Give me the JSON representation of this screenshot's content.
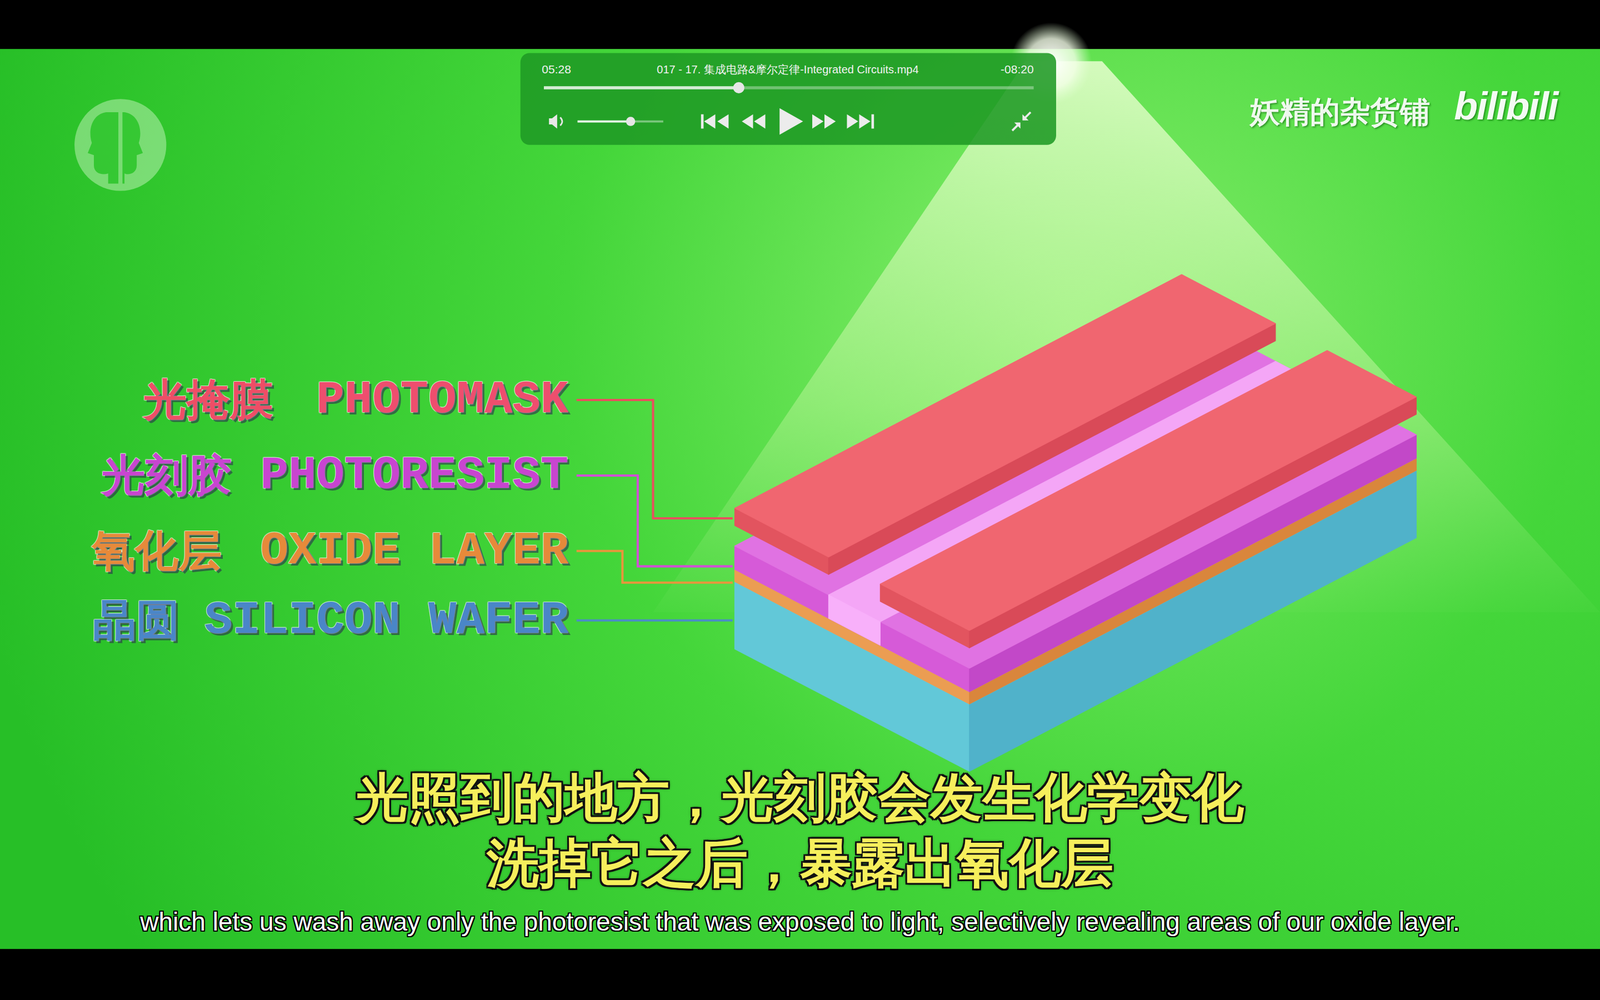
{
  "diagram": {
    "labels": [
      "05:28",
      "017 - 17. 集成电路&摩尔定律-Integrated Circuits.mp4",
      "-08:20",
      "妖精的杂货铺",
      "bilibili",
      "光掩膜",
      "PHOTOMASK",
      "光刻胶",
      "PHOTORESIST",
      "氧化层",
      "OXIDE LAYER",
      "晶圆",
      "SILICON WAFER",
      "光照到的地方，光刻胶会发生化学变化",
      "洗掉它之后，暴露出氧化层",
      "which lets us wash away only the photoresist that was exposed to light, selectively revealing areas of our oxide layer."
    ]
  }
}
